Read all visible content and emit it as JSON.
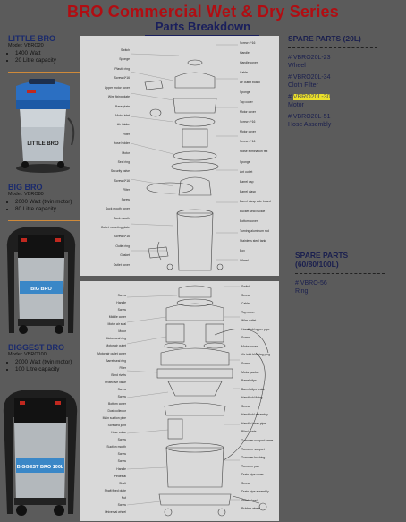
{
  "header": {
    "title": "BRO Commercial Wet & Dry Series",
    "subtitle": "Parts Breakdown"
  },
  "models": [
    {
      "name": "LITTLE BRO",
      "code": "Model: VBRO20",
      "specs": [
        "1400 Watt",
        "20 Litre capacity"
      ],
      "tank_label": "LITTLE BRO"
    },
    {
      "name": "BIG BRO",
      "code": "Model: VBRO80",
      "specs": [
        "2000 Watt (twin motor)",
        "80 Litre capacity"
      ],
      "tank_label": "BIG BRO"
    },
    {
      "name": "BIGGEST BRO",
      "code": "Model: VBRO100",
      "specs": [
        "2000 Watt (twin motor)",
        "100 Litre capacity"
      ],
      "tank_label": "BIGGEST BRO 100L"
    }
  ],
  "spare_top": {
    "heading": "SPARE PARTS (20L)",
    "items": [
      {
        "code": "# VBRO20L-23",
        "name": "Wheel"
      },
      {
        "code": "# VBRO20L-34",
        "name": "Cloth Filter"
      },
      {
        "code": "# VBRO20L-30",
        "name": "Motor"
      },
      {
        "code": "# VBRO20L-51",
        "name": "Hose Assembly"
      }
    ]
  },
  "spare_bottom": {
    "heading_1": "SPARE PARTS",
    "heading_2": "(60/80/100L)",
    "items": [
      {
        "code": "# VBRO-56",
        "name": "Ring"
      }
    ]
  },
  "diagram_top_labels": {
    "left": [
      "Switch",
      "Sponge",
      "Plastic ring",
      "Screw 4*16",
      "Upper motor cover",
      "Wire fixing plate",
      "Base plate",
      "Motor inlet",
      "Air intake",
      "Filter",
      "Hose holder",
      "Motor",
      "Seal ring",
      "Security valve",
      "Screw 4*16",
      "Filter",
      "Screw",
      "Suck mouth cover",
      "Suck mouth",
      "Outlet mounting plate",
      "Screw 4*16",
      "Outlet ring",
      "Gasket",
      "Outlet cover"
    ],
    "right": [
      "Screw 4*16",
      "Handle",
      "Handle cover",
      "Cable",
      "air outlet board",
      "Sponge",
      "Top cover",
      "Motor cover",
      "Screw 4*16",
      "Motor cover",
      "Screw 4*16",
      "Noise elimination felt",
      "Sponge",
      "Ant outlet",
      "Barrel cap",
      "Barrel clasp",
      "Barrel clasp axle board",
      "Bucket seal buckle",
      "Bottom cover",
      "Turning aluminum rod",
      "Stainless steel tank",
      "Box",
      "Wheel"
    ]
  },
  "diagram_bottom_labels": {
    "left": [
      "Screw",
      "Handle",
      "Screw",
      "Middle cover",
      "Motor air seal",
      "Motor",
      "Motor seal ring",
      "Motor air outlet",
      "Motor air outlet cover",
      "Barrel seal ring",
      "Filter",
      "Blind rivets",
      "Protective valve",
      "Screw",
      "Screw",
      "Bottom cover",
      "Dust collector",
      "Main suction pipe",
      "Screwed joint",
      "Hose collar",
      "Screw",
      "Suction mouth",
      "Screw",
      "Screw",
      "Handle",
      "Pedestal",
      "Shaft",
      "Shaft fixed plate",
      "Nut",
      "Screw",
      "Universal wheel"
    ],
    "right": [
      "Switch",
      "Screw",
      "Cable",
      "Top cover",
      "Wire outlet",
      "Handhold upper pipe",
      "Screw",
      "Motor cover",
      "Air inlet blocking plug",
      "Screw",
      "Motor packer",
      "Barrel clips",
      "Barrel clips brake",
      "Handhold fixing",
      "Screw",
      "Handhold assembly",
      "Handle lower pipe",
      "Blind rivets",
      "Turnover support frame",
      "Turnover support",
      "Turnover bushing",
      "Turnover pan",
      "Drain pipe cover",
      "Screw",
      "Drain pipe assembly",
      "Steel wheel",
      "Rubber wheel"
    ]
  },
  "colors": {
    "title_red": "#b10d12",
    "navy": "#1a1f5c",
    "connector": "#cf8a3a",
    "highlight": "#ebe02a",
    "background": "#5b5b5b",
    "diagram_bg": "#d9d9d9"
  }
}
